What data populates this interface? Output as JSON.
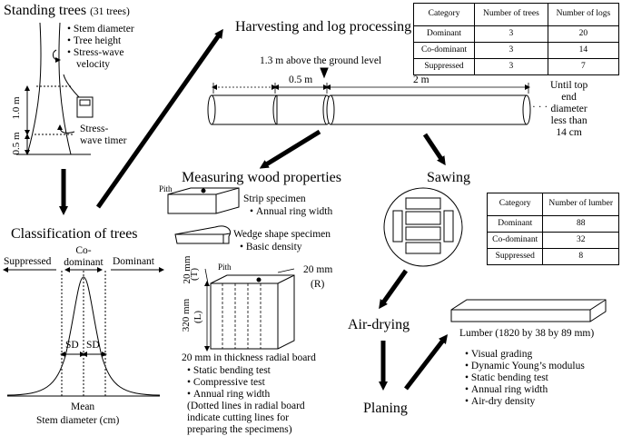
{
  "standing": {
    "title": "Standing trees",
    "count": "(31 trees)",
    "measures": [
      "Stem diameter",
      "Tree height",
      "Stress-wave",
      "velocity"
    ],
    "timer": [
      "Stress-",
      "wave timer"
    ],
    "dim_top": "1.0 m",
    "dim_bottom": "0.5 m"
  },
  "harvest": {
    "title": "Harvesting and log processing",
    "ground_note": "1.3 m above the ground level",
    "len_short": "0.5 m",
    "len_long": "2 m",
    "until": [
      "Until top",
      "end",
      "diameter",
      "less than",
      "14 cm"
    ],
    "ellipsis": "· · ·"
  },
  "log_table": {
    "headers": [
      "Category",
      "Number of trees",
      "Number of logs"
    ],
    "rows": [
      [
        "Dominant",
        "3",
        "20"
      ],
      [
        "Co-dominant",
        "3",
        "14"
      ],
      [
        "Suppressed",
        "3",
        "7"
      ]
    ]
  },
  "classification": {
    "title": "Classification of trees",
    "suppressed": "Suppressed",
    "codominant": [
      "Co-",
      "dominant"
    ],
    "dominant": "Dominant",
    "sd": "SD",
    "mean": "Mean",
    "xaxis": "Stem diameter (cm)"
  },
  "wood": {
    "title": "Measuring wood properties",
    "pith": "Pith",
    "strip": "Strip specimen",
    "strip_test": "Annual ring width",
    "wedge": "Wedge shape specimen",
    "wedge_test": "Basic density",
    "dim_t": "20 mm",
    "dim_t_axis": "(T)",
    "dim_r": "20 mm",
    "dim_r_axis": "(R)",
    "dim_l": "320 mm",
    "dim_l_axis": "(L)",
    "board": "20 mm in thickness radial board",
    "tests": [
      "Static bending test",
      "Compressive test",
      "Annual ring width"
    ],
    "note": [
      "(Dotted lines in radial board",
      "indicate cutting lines for",
      "preparing the specimens)"
    ]
  },
  "sawing": {
    "title": "Sawing"
  },
  "lumber_table": {
    "headers": [
      "Category",
      "Number of lumber"
    ],
    "rows": [
      [
        "Dominant",
        "88"
      ],
      [
        "Co-dominant",
        "32"
      ],
      [
        "Suppressed",
        "8"
      ]
    ]
  },
  "airdry": {
    "title": "Air-drying"
  },
  "planing": {
    "title": "Planing"
  },
  "lumber": {
    "title": "Lumber (1820 by 38 by 89 mm)",
    "tests": [
      "Visual grading",
      "Dynamic Young’s modulus",
      "Static bending test",
      "Annual ring width",
      "Air-dry density"
    ]
  }
}
